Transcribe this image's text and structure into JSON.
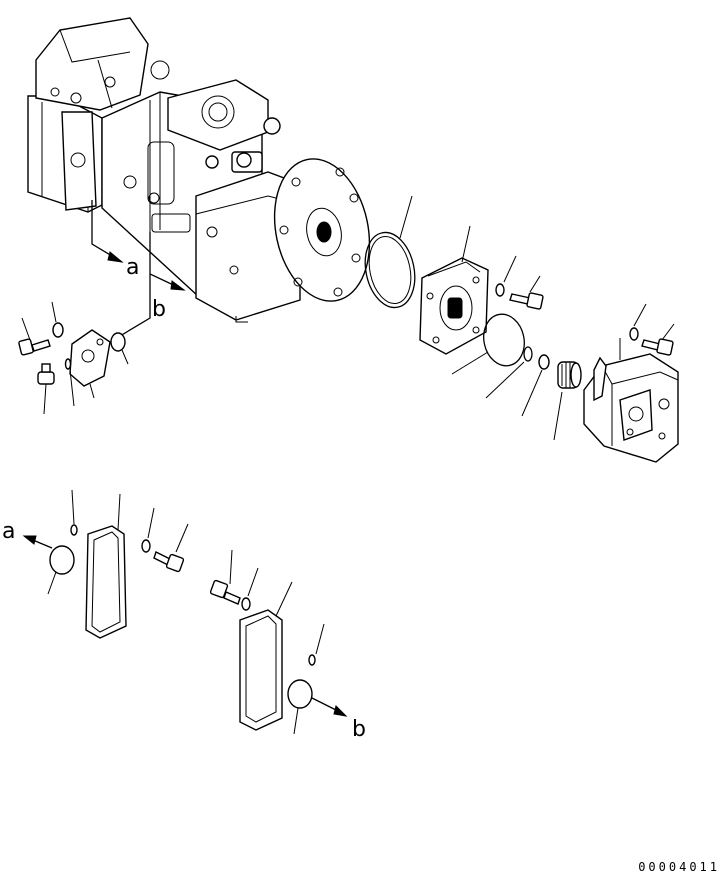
{
  "diagram": {
    "callouts": {
      "a_main": "a",
      "b_main": "b",
      "a_cover": "a",
      "b_cover": "b"
    },
    "part_number": "00004011"
  }
}
